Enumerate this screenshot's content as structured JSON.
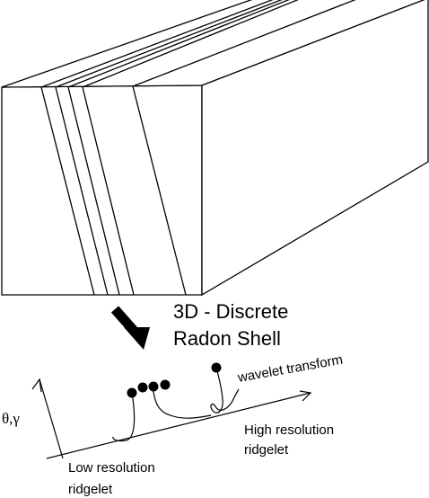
{
  "diagram": {
    "transform_label_line1": "3D - Discrete",
    "transform_label_line2": "Radon Shell",
    "axis_label": "θ,γ",
    "wavelet_label": "wavelet transform",
    "high_res_line1": "High resolution",
    "high_res_line2": "ridgelet",
    "low_res_line1": "Low resolution",
    "low_res_line2": "ridgelet"
  }
}
